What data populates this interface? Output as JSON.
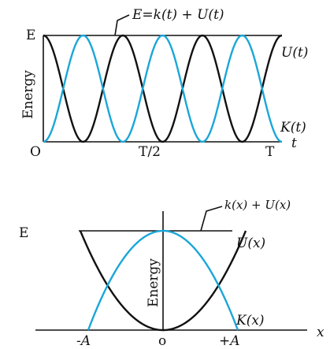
{
  "top": {
    "total_label": "E=k(t) + U(t)",
    "e_label": "E",
    "y_label": "Energy",
    "u_label": "U(t)",
    "k_label": "K(t)",
    "t_label": "t",
    "origin_label": "O",
    "half_label": "T/2",
    "period_label": "T",
    "colors": {
      "potential": "#111111",
      "kinetic": "#1aa6d9"
    }
  },
  "bottom": {
    "total_label": "k(x) + U(x)",
    "e_label": "E",
    "y_label": "Energy",
    "u_label": "U(x)",
    "k_label": "K(x)",
    "x_label": "x",
    "neg_label": "-A",
    "zero_label": "o",
    "pos_label": "+A",
    "colors": {
      "potential": "#111111",
      "kinetic": "#1aa6d9"
    }
  }
}
